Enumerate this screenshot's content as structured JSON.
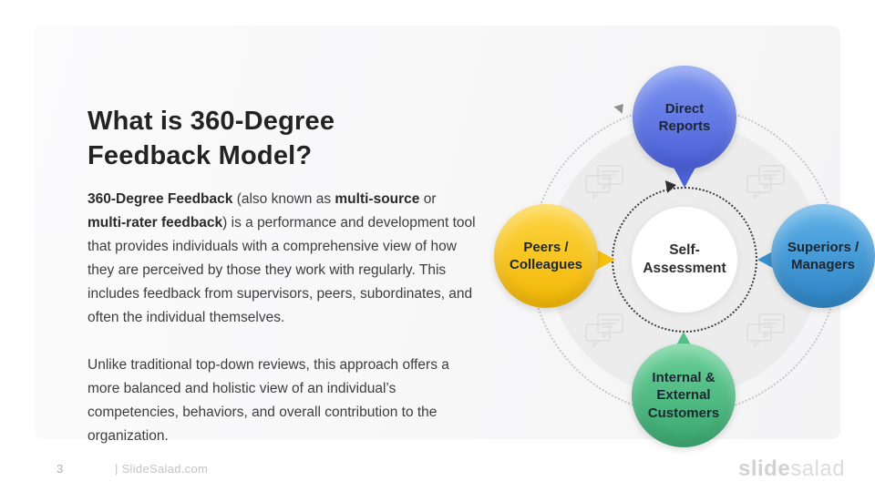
{
  "content": {
    "title": "What is 360-Degree Feedback Model?",
    "paragraph1": {
      "bold1": "360-Degree Feedback",
      "text1": " (also known as ",
      "bold2": "multi-source",
      "text2": " or ",
      "bold3": "multi-rater feedback",
      "text3": ") is a performance and development tool that provides individuals with a comprehensive view of how they are perceived by those they work with regularly. This includes feedback from supervisors, peers, subordinates, and often the individual themselves."
    },
    "paragraph2": "Unlike traditional top-down reviews, this approach offers a more balanced and holistic view of an individual’s competencies, behaviors, and overall contribution to the organization."
  },
  "diagram": {
    "center_label": "Self-Assessment",
    "nodes": [
      {
        "id": "direct-reports",
        "label": "Direct Reports",
        "color": "#5570e5"
      },
      {
        "id": "peers-colleagues",
        "label": "Peers / Colleagues",
        "color": "#f8c61c"
      },
      {
        "id": "superiors-managers",
        "label": "Superiors / Managers",
        "color": "#3f97d6"
      },
      {
        "id": "internal-external-customers",
        "label": "Internal & External Customers",
        "color": "#4fbd85"
      }
    ],
    "icons": {
      "decoration": "chat-bubbles-icon",
      "outer_ring_arrow": "arrow-clockwise-icon",
      "inner_ring_arrow": "arrow-clockwise-icon"
    }
  },
  "footer": {
    "page_number": "3",
    "site_text": "| SlideSalad.com",
    "logo_part1": "slide",
    "logo_part2": "salad"
  }
}
